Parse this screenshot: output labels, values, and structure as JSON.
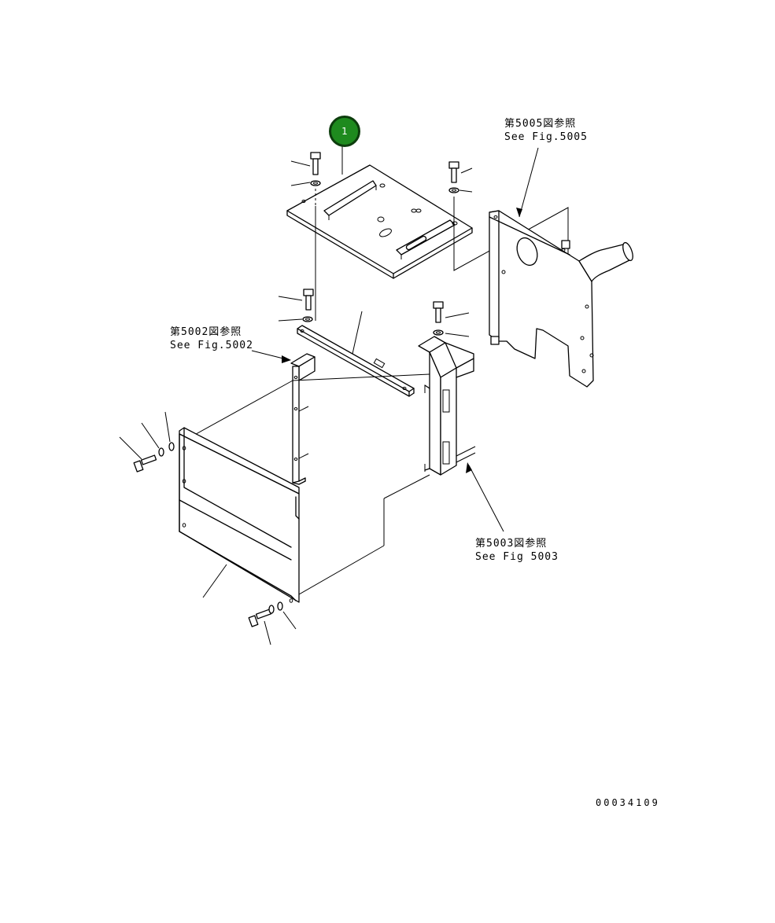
{
  "callouts": {
    "item_number": "1",
    "ref_5005_jp": "第5005図参照",
    "ref_5005_en": "See Fig.5005",
    "ref_5002_jp": "第5002図参照",
    "ref_5002_en": "See Fig.5002",
    "ref_5003_jp": "第5003図参照",
    "ref_5003_en": "See Fig 5003"
  },
  "document_id": "00034109",
  "colors": {
    "line": "#000000",
    "badge_fill": "#1e8a1e",
    "badge_border": "#0d3d0d",
    "background": "#ffffff"
  }
}
